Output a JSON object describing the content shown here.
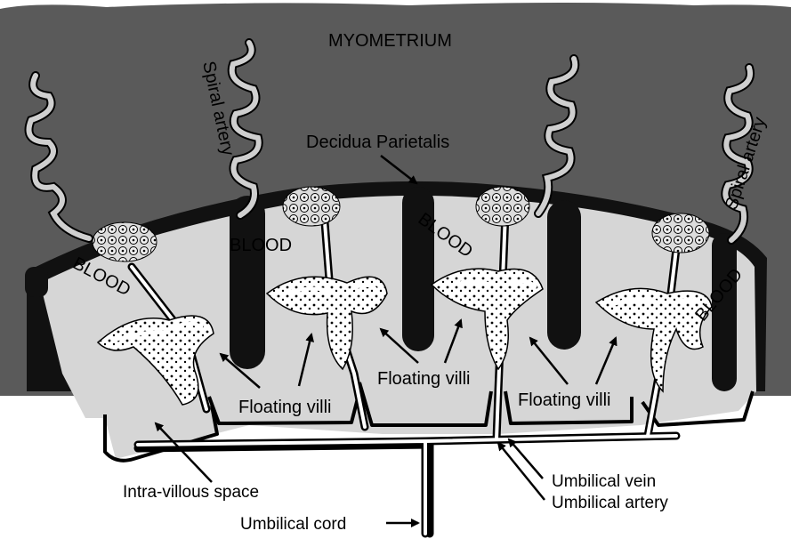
{
  "labels": {
    "myometrium": "MYOMETRIUM",
    "decidua": "Decidua Parietalis",
    "spiral_artery_left": "Spiral artery",
    "spiral_artery_right": "Spiral artery",
    "blood_1": "BLOOD",
    "blood_2": "BLOOD",
    "blood_3": "BLOOD",
    "blood_4": "BLOOD",
    "floating_villi_1": "Floating villi",
    "floating_villi_2": "Floating villi",
    "floating_villi_3": "Floating villi",
    "intervillous": "Intra-villous space",
    "umbilical_vein": "Umbilical vein",
    "umbilical_artery": "Umbilical artery",
    "umbilical_cord": "Umbilical cord"
  },
  "colors": {
    "myometrium": "#5a5a5a",
    "decidua_septa": "#111111",
    "intervillous_space": "#d6d6d6",
    "vessel": "#ffffff"
  }
}
